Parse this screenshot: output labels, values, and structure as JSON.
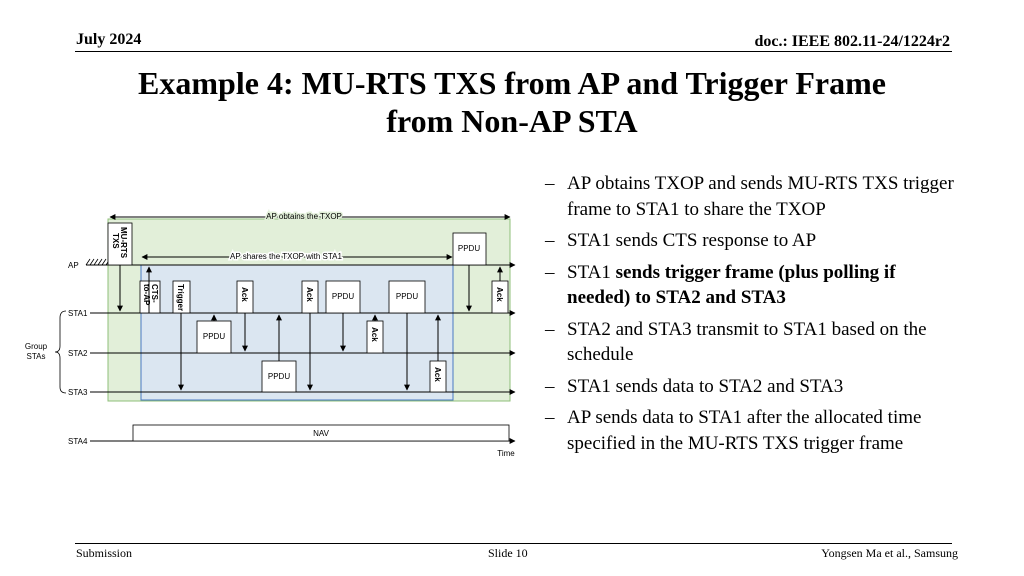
{
  "header": {
    "date": "July 2024",
    "doc": "doc.: IEEE 802.11-24/1224r2"
  },
  "title": {
    "line1": "Example 4: MU-RTS TXS from AP and Trigger Frame",
    "line2": "from Non-AP STA"
  },
  "bullets": [
    {
      "text": "AP obtains TXOP and sends MU-RTS TXS trigger frame to STA1 to share the TXOP"
    },
    {
      "pre": "STA1 sends CTS response to AP"
    },
    {
      "pre": "STA1 ",
      "bold": "sends trigger frame (plus polling if needed) to STA2 and STA3"
    },
    {
      "text": "STA2 and STA3 transmit to STA1 based on the schedule"
    },
    {
      "text": "STA1 sends data to STA2 and STA3"
    },
    {
      "text": "AP sends data to STA1 after the allocated time specified in the MU-RTS TXS trigger frame"
    }
  ],
  "diagram": {
    "labels": {
      "ap_obtains": "AP obtains the TXOP",
      "ap_shares": "AP shares the TXOP with STA1",
      "ap": "AP",
      "sta1": "STA1",
      "sta2": "STA2",
      "sta3": "STA3",
      "sta4": "STA4",
      "group_l1": "Group",
      "group_l2": "STAs",
      "time": "Time",
      "nav": "NAV"
    },
    "frames": {
      "murts_l1": "MU-RTS",
      "murts_l2": "TXS",
      "cts_l1": "CTS-",
      "cts_l2": "to-AP",
      "trigger": "Trigger",
      "ppdu": "PPDU",
      "ack": "Ack"
    }
  },
  "footer": {
    "left": "Submission",
    "center": "Slide 10",
    "right": "Yongsen Ma et al., Samsung"
  }
}
